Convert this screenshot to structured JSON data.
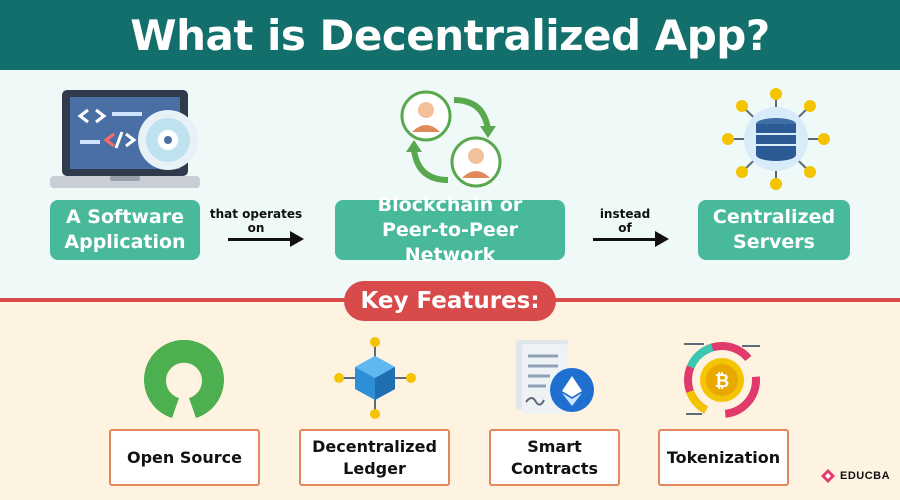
{
  "header": {
    "title": "What is Decentralized App?"
  },
  "flow": {
    "box1": {
      "line1": "A Software",
      "line2": "Application"
    },
    "connector1": {
      "line1": "that operates",
      "line2": "on"
    },
    "box2": {
      "line1": "Blockchain or",
      "line2": "Peer-to-Peer Network"
    },
    "connector2": {
      "line1": "instead",
      "line2": "of"
    },
    "box3": {
      "line1": "Centralized",
      "line2": "Servers"
    }
  },
  "key_features": {
    "title": "Key Features:",
    "items": [
      {
        "line1": "Open Source",
        "line2": ""
      },
      {
        "line1": "Decentralized",
        "line2": "Ledger"
      },
      {
        "line1": "Smart",
        "line2": "Contracts"
      },
      {
        "line1": "Tokenization",
        "line2": ""
      }
    ]
  },
  "brand": {
    "name": "EDUCBA"
  },
  "colors": {
    "header": "#136f6c",
    "flow_box": "#48b99a",
    "divider": "#d94a4a",
    "feature_border": "#e2885c",
    "top_background": "#eef9f8",
    "bottom_background": "#fdf3e0"
  }
}
